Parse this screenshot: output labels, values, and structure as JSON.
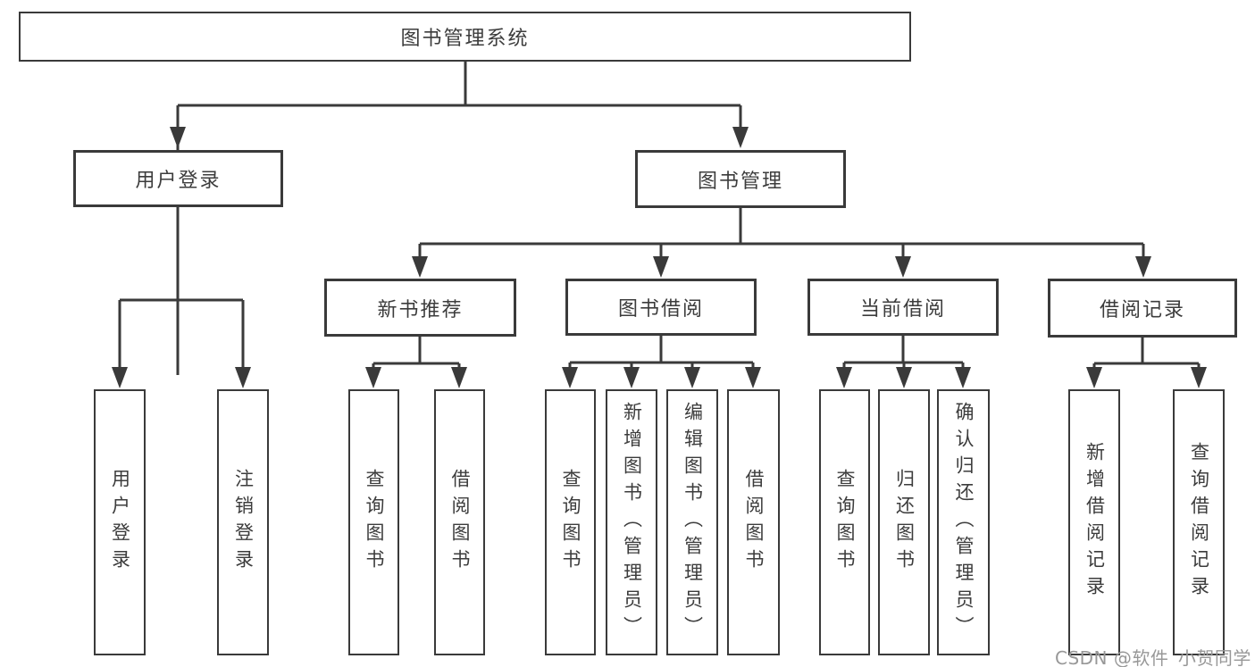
{
  "diagram": {
    "type": "tree-structure-chart",
    "root": "图书管理系统",
    "branches": [
      {
        "label": "用户登录",
        "leaves": [
          "用户登录",
          "注销登录"
        ]
      },
      {
        "label": "图书管理",
        "groups": [
          {
            "label": "新书推荐",
            "leaves": [
              "查询图书",
              "借阅图书"
            ]
          },
          {
            "label": "图书借阅",
            "leaves": [
              "查询图书",
              "新增图书（管理员）",
              "编辑图书（管理员）",
              "借阅图书"
            ]
          },
          {
            "label": "当前借阅",
            "leaves": [
              "查询图书",
              "归还图书",
              "确认归还（管理员）"
            ]
          },
          {
            "label": "借阅记录",
            "leaves": [
              "新增借阅记录",
              "查询借阅记录"
            ]
          }
        ]
      }
    ]
  },
  "watermark": {
    "text": "CSDN @软件_小贺同学"
  },
  "colors": {
    "line": "#3a3a3a",
    "box_border": "#3a3a3a",
    "box_background": "#ffffff",
    "text": "#3c3c3c",
    "watermark": "#989898",
    "page_background": "#ffffff"
  }
}
